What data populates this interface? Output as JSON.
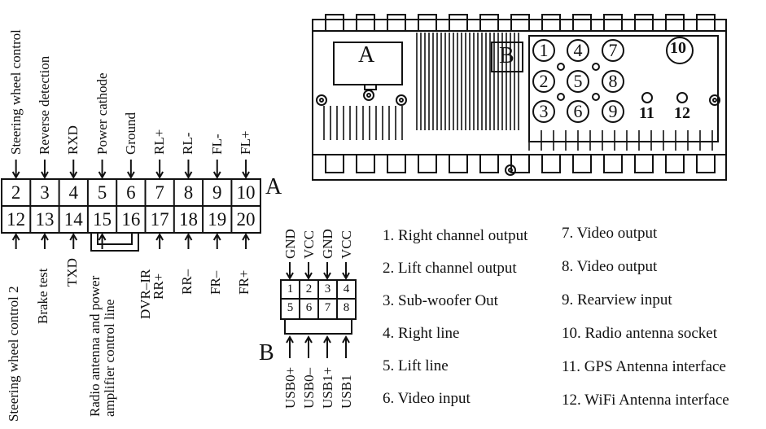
{
  "connector_a": {
    "letter": "A",
    "top_pins": [
      "2",
      "3",
      "4",
      "5",
      "6",
      "7",
      "8",
      "9",
      "10"
    ],
    "bottom_pins": [
      "12",
      "13",
      "14",
      "15",
      "16",
      "17",
      "18",
      "19",
      "20"
    ],
    "top_labels": [
      "Steering wheel control",
      "Reverse detection",
      "RXD",
      "Power cathode",
      "Ground",
      "RL+",
      "RL-",
      "FL-",
      "FL+"
    ],
    "bottom_labels": [
      "Steering wheel control  2",
      "Brake test",
      "TXD",
      "Radio antenna and power",
      "amplifier control line",
      "DVR–IR",
      "RR+",
      "RR–",
      "FR–",
      "FR+"
    ]
  },
  "connector_b": {
    "letter": "B",
    "top_pins": [
      "1",
      "2",
      "3",
      "4"
    ],
    "bottom_pins": [
      "5",
      "6",
      "7",
      "8"
    ],
    "top_labels": [
      "GND",
      "VCC",
      "GND",
      "VCC"
    ],
    "bottom_labels": [
      "USB0+",
      "USB0–",
      "USB1+",
      "USB1"
    ]
  },
  "rear_panel": {
    "socket_a": "A",
    "socket_b": "B",
    "jacks": [
      "1",
      "4",
      "7",
      "2",
      "5",
      "8",
      "3",
      "6",
      "9"
    ],
    "jack_10": "10",
    "jack_11": "11",
    "jack_12": "12"
  },
  "legend_left": [
    "1. Right channel output",
    "2. Lift channel output",
    "3. Sub-woofer Out",
    "4. Right line",
    "5. Lift  line",
    "6. Video input"
  ],
  "legend_right": [
    "7. Video output",
    "8.  Video output",
    "9. Rearview input",
    "10. Radio antenna socket",
    "11. GPS  Antenna interface",
    "12. WiFi Antenna interface"
  ]
}
